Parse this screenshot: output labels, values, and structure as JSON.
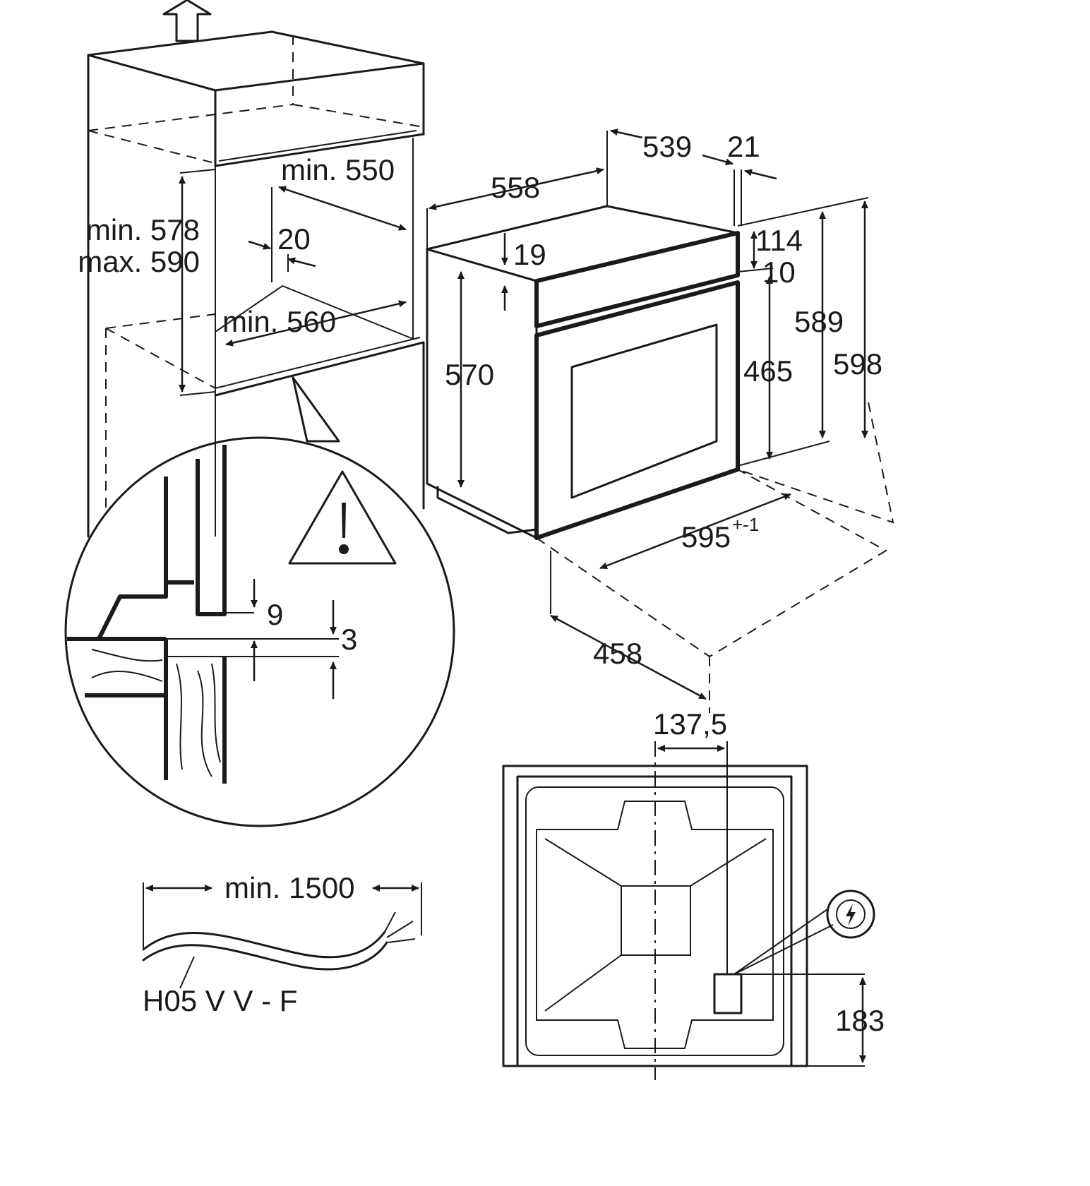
{
  "diagram": {
    "cabinet": {
      "width_label": "min. 550",
      "height_min_label": "min. 578",
      "height_max_label": "max. 590",
      "depth_label": "min. 560",
      "gap_label": "20"
    },
    "oven": {
      "depth_label": "558",
      "body_depth_label": "539",
      "front_depth_label": "21",
      "top_offset_label": "19",
      "body_height_label": "570",
      "panel_label": "114",
      "gap_label": "10",
      "door_height_label": "465",
      "height_label": "589",
      "total_height_label": "598",
      "width_label": "595",
      "width_tolerance_label": "+-1",
      "bottom_depth_label": "458"
    },
    "detail": {
      "gap_9_label": "9",
      "gap_3_label": "3"
    },
    "cable": {
      "length_label": "min. 1500",
      "type_label": "H05 V V - F"
    },
    "rear_view": {
      "offset_label": "137,5",
      "height_label": "183"
    }
  }
}
